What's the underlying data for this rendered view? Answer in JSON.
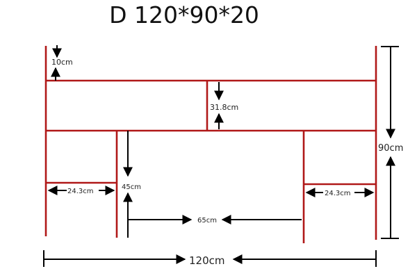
{
  "diagram": {
    "title": "D  120*90*20",
    "colors": {
      "frame": "#b01818",
      "arrow": "#000000",
      "text": "#222222"
    },
    "labels": {
      "top_gap": "10cm",
      "shelf_height": "31.8cm",
      "total_height": "90cm",
      "left_side_depth": "24.3cm",
      "inner_height": "45cm",
      "right_side_depth": "24.3cm",
      "inner_width": "65cm",
      "total_width": "120cm"
    }
  }
}
